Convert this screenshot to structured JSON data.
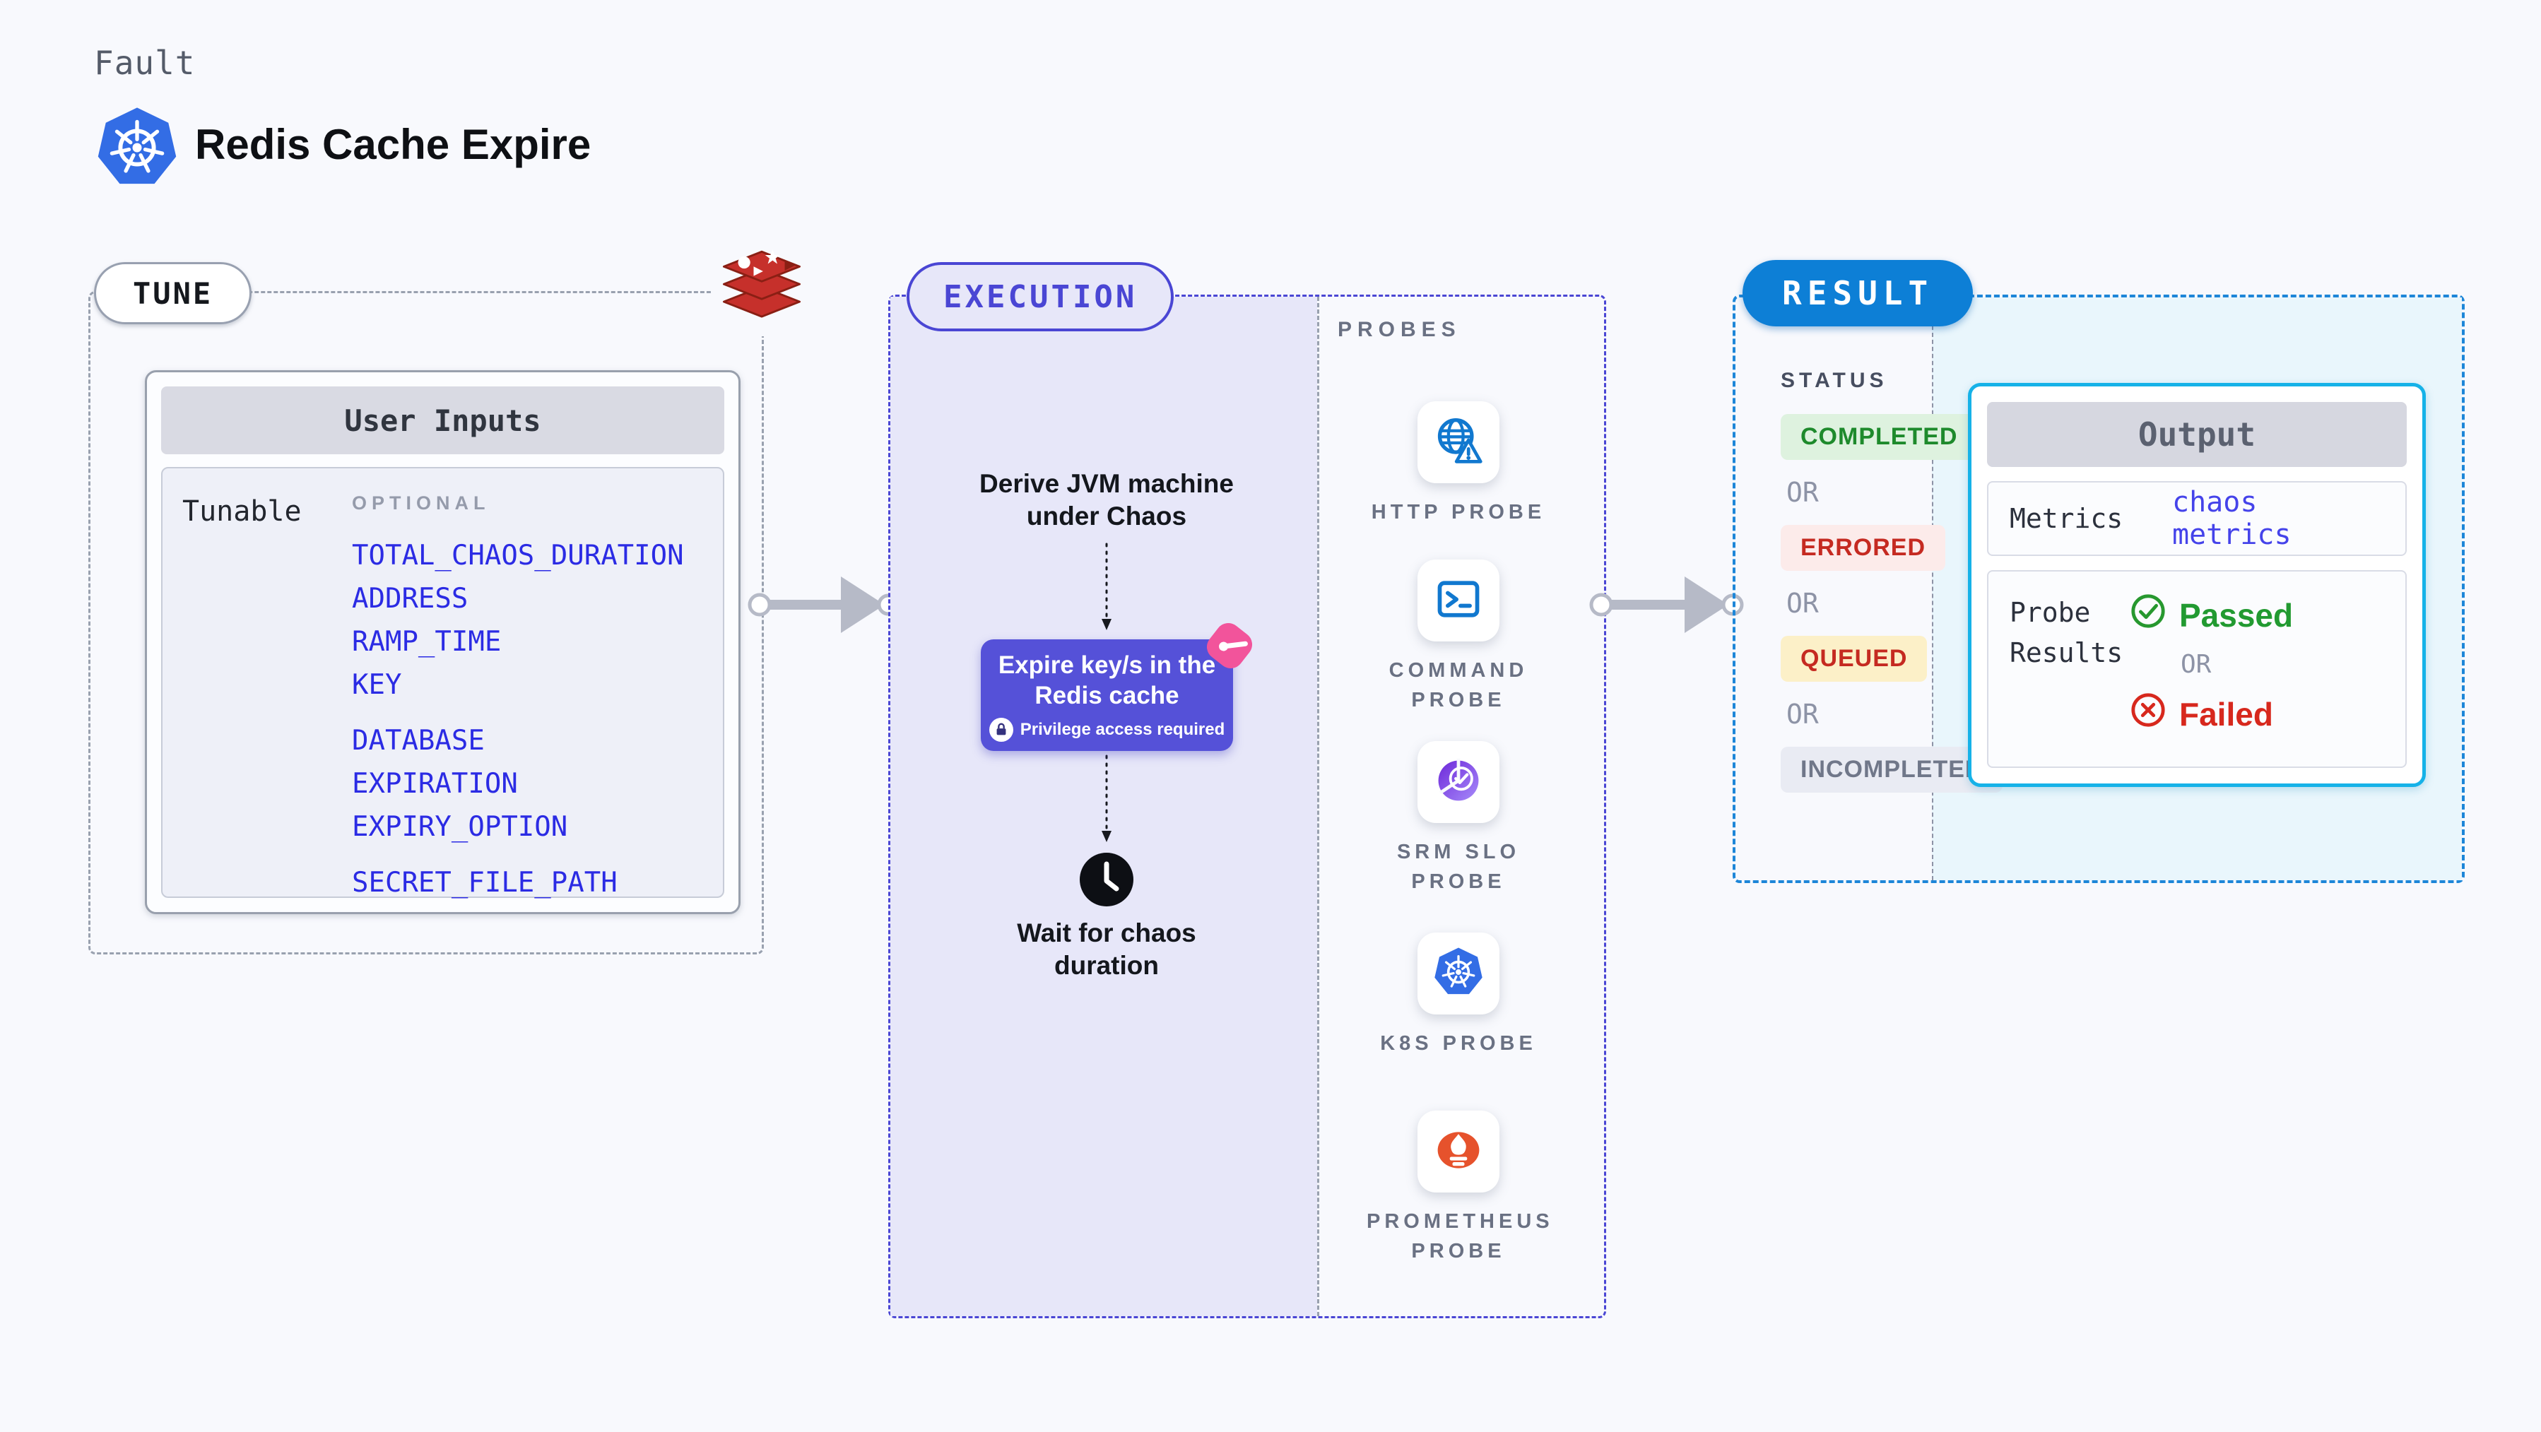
{
  "header": {
    "kind": "Fault",
    "title": "Redis Cache Expire",
    "title_icon": "kubernetes-icon"
  },
  "tune": {
    "badge": "TUNE",
    "brand_icon": "redis-icon",
    "user_inputs": {
      "title": "User Inputs",
      "row_label": "Tunable",
      "group_label": "OPTIONAL",
      "param_groups": [
        [
          "TOTAL_CHAOS_DURATION",
          "ADDRESS",
          "RAMP_TIME",
          "KEY"
        ],
        [
          "DATABASE",
          "EXPIRATION",
          "EXPIRY_OPTION"
        ],
        [
          "SECRET_FILE_PATH"
        ]
      ]
    }
  },
  "execution": {
    "badge": "EXECUTION",
    "derive_step": "Derive JVM machine under Chaos",
    "action_step": {
      "title": "Expire key/s in the Redis cache",
      "note": "Privilege access required",
      "note_icon": "lock-icon",
      "corner_icon": "litmus-icon"
    },
    "wait_step": {
      "label": "Wait for chaos duration",
      "icon": "clock-icon"
    }
  },
  "probes": {
    "heading": "PROBES",
    "items": [
      {
        "label": "HTTP PROBE",
        "icon": "globe-alert-icon"
      },
      {
        "label": "COMMAND PROBE",
        "icon": "terminal-icon"
      },
      {
        "label": "SRM SLO PROBE",
        "icon": "slo-gauge-icon"
      },
      {
        "label": "K8S PROBE",
        "icon": "kubernetes-icon"
      },
      {
        "label": "PROMETHEUS PROBE",
        "icon": "prometheus-icon"
      }
    ]
  },
  "result": {
    "badge": "RESULT",
    "status_heading": "STATUS",
    "or_label": "OR",
    "statuses": [
      {
        "label": "COMPLETED",
        "bg": "#def2df",
        "fg": "#1e8a2c"
      },
      {
        "label": "ERRORED",
        "bg": "#fcebea",
        "fg": "#c52a21"
      },
      {
        "label": "QUEUED",
        "bg": "#fcf0c8",
        "fg": "#c52a21"
      },
      {
        "label": "INCOMPLETED",
        "bg": "#e9ebf3",
        "fg": "#707789"
      }
    ],
    "output": {
      "title": "Output",
      "metrics_label": "Metrics",
      "metrics_value": "chaos metrics",
      "probe_results_label": "Probe Results",
      "passed": {
        "label": "Passed",
        "icon": "check-circle-icon",
        "color": "#229a31"
      },
      "or_label": "OR",
      "failed": {
        "label": "Failed",
        "icon": "x-circle-icon",
        "color": "#d7281d"
      }
    }
  },
  "colors": {
    "accent_indigo": "#4a46d4",
    "accent_blue": "#0d7fd6",
    "accent_cyan": "#16b2e8",
    "param_link_blue": "#2b2be4",
    "arrow_grey": "#b6bac7",
    "lavender_fill": "#e7e7f9",
    "cyan_fill": "#e9f6fc"
  }
}
